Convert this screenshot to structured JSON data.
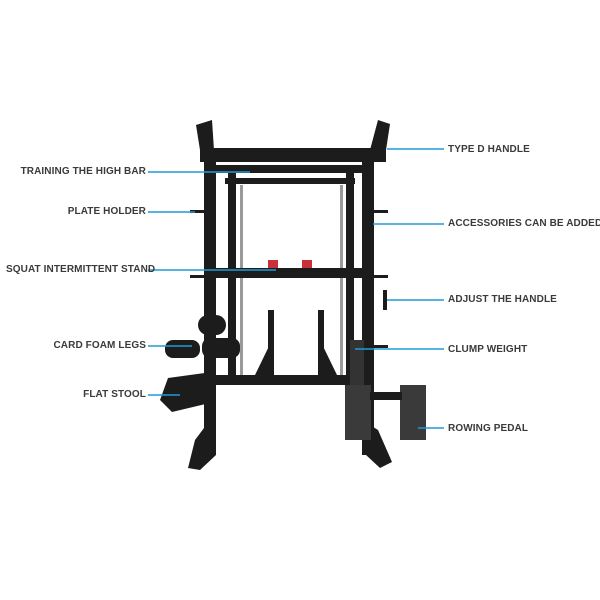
{
  "colors": {
    "leader_line": "#1e9bd7",
    "label_text": "#3a3a3a",
    "frame": "#1c1c1c"
  },
  "labels_left": [
    "TRAINING THE HIGH BAR",
    "PLATE HOLDER",
    "SQUAT INTERMITTENT STAND",
    "CARD FOAM LEGS",
    "FLAT STOOL"
  ],
  "labels_right": [
    "TYPE D HANDLE",
    "ACCESSORIES CAN BE ADDED",
    "ADJUST THE HANDLE",
    "CLUMP WEIGHT",
    "ROWING PEDAL"
  ]
}
